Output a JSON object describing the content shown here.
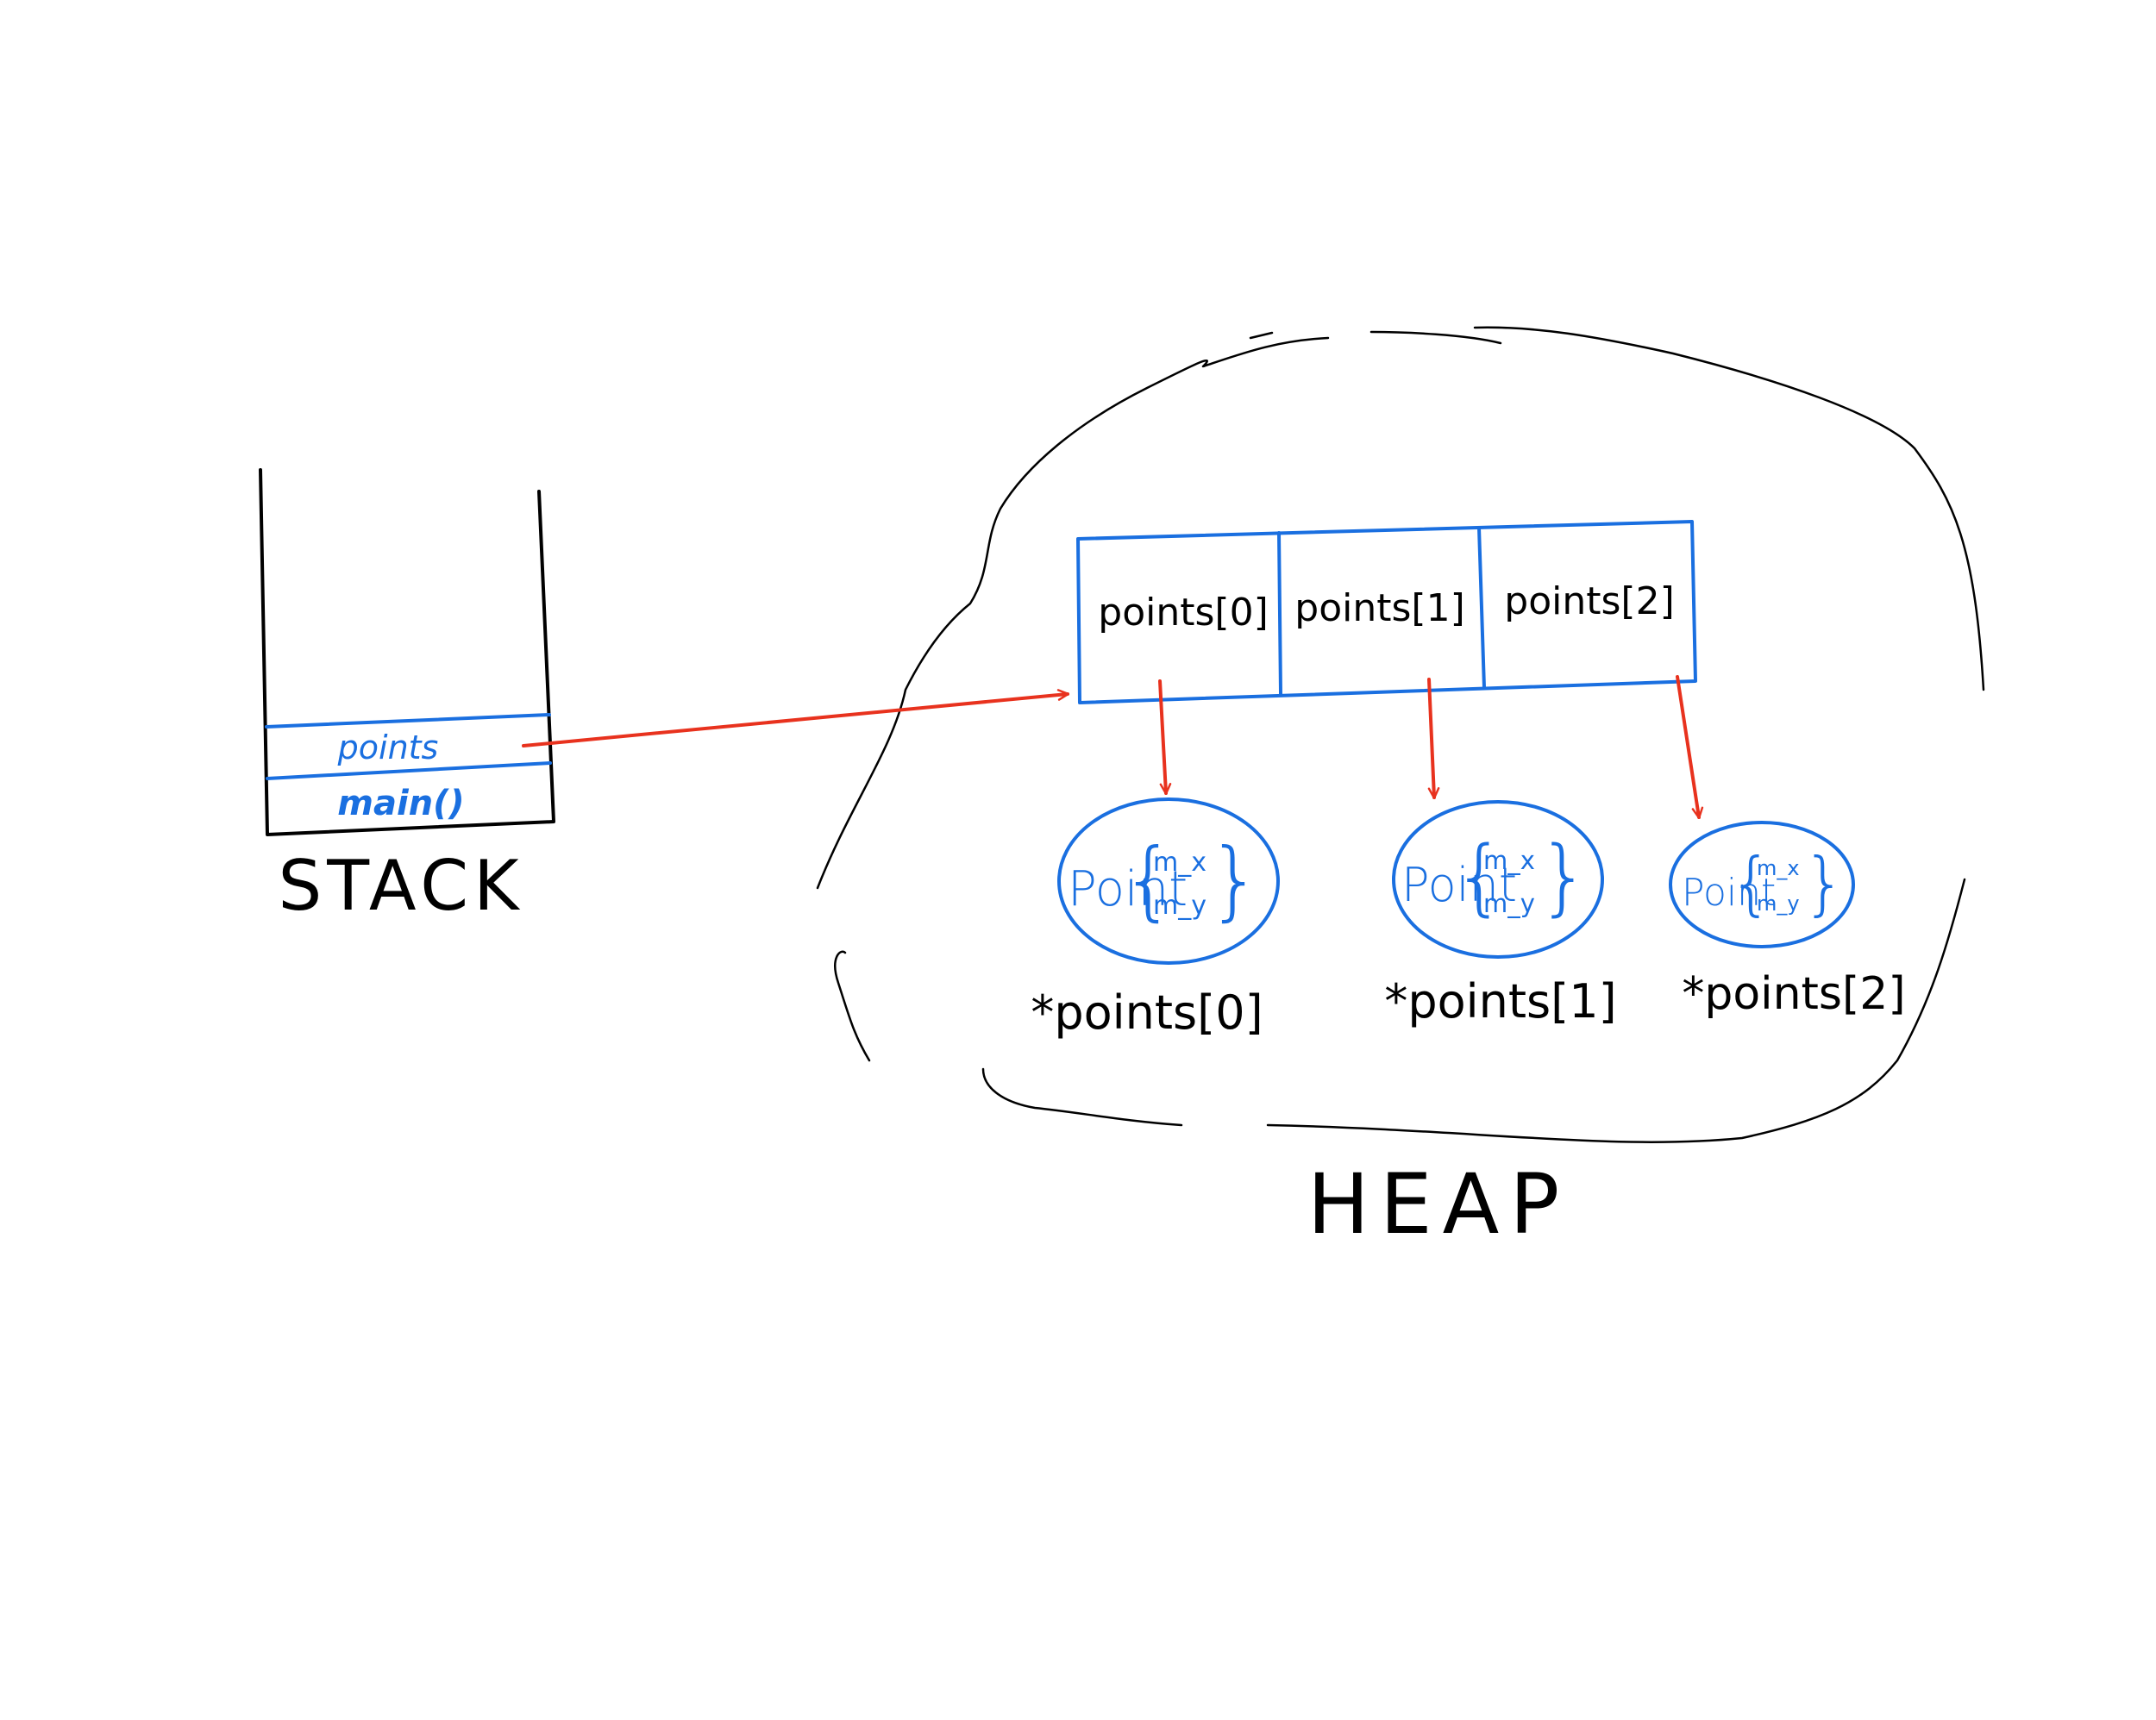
{
  "stack": {
    "label": "STACK",
    "frames": [
      {
        "label": "points"
      },
      {
        "label": "main()"
      }
    ]
  },
  "heap": {
    "label": "HEAP",
    "array_cells": [
      {
        "label": "points[0]"
      },
      {
        "label": "points[1]"
      },
      {
        "label": "points[2]"
      }
    ],
    "objects": [
      {
        "type_label": "Point",
        "fields": [
          "m_x",
          "m_y"
        ],
        "deref_label": "*points[0]"
      },
      {
        "type_label": "Point",
        "fields": [
          "m_x",
          "m_y"
        ],
        "deref_label": "*points[1]"
      },
      {
        "type_label": "Point",
        "fields": [
          "m_x",
          "m_y"
        ],
        "deref_label": "*points[2]"
      }
    ]
  },
  "colors": {
    "ink": "#000000",
    "blue": "#1a6fe0",
    "arrow": "#e8321e"
  }
}
